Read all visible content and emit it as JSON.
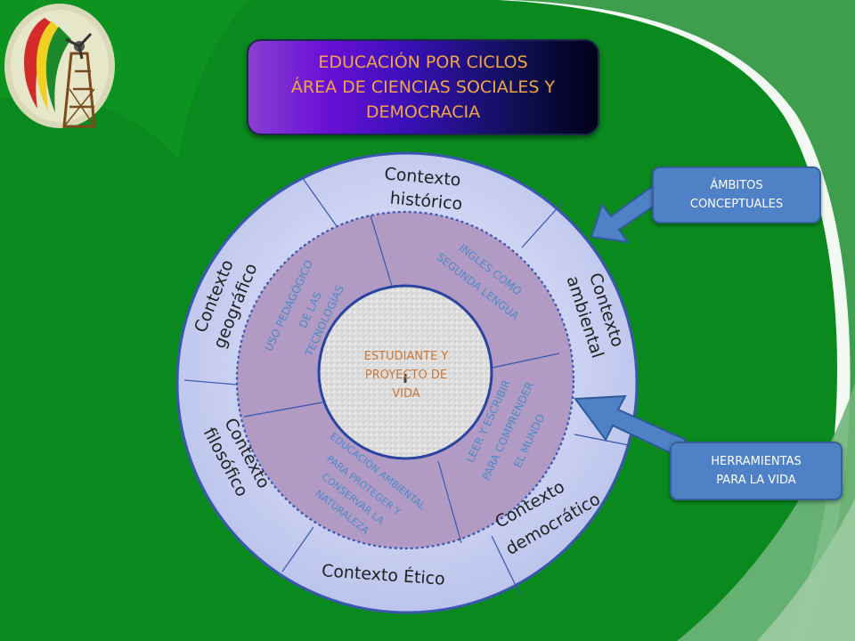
{
  "title": {
    "line1": "EDUCACIÓN POR CICLOS",
    "line2": "ÁREA DE CIENCIAS SOCIALES Y",
    "line3": "DEMOCRACIA"
  },
  "ambitos_box": {
    "line1": "ÁMBITOS",
    "line2": "CONCEPTUALES"
  },
  "herramientas_box": {
    "line1": "HERRAMIENTAS",
    "line2": "PARA LA VIDA"
  },
  "center": {
    "line1": "ESTUDIANTE Y",
    "line2": "PROYECTO DE",
    "line3": "VIDA"
  },
  "outer_ring": {
    "historico": {
      "line1": "Contexto",
      "line2": "histórico"
    },
    "ambiental": {
      "line1": "Contexto",
      "line2": "ambiental"
    },
    "democratico": {
      "line1": "Contexto",
      "line2": "democrático"
    },
    "etico": {
      "line1": "Contexto Ético"
    },
    "filosofico": {
      "line1": "Contexto",
      "line2": "filosófico"
    },
    "geografico": {
      "line1": "Contexto",
      "line2": "geográfico"
    }
  },
  "inner_ring": {
    "tecnologias": {
      "line1": "USO PEDAGÓGICO",
      "line2": "DE LAS",
      "line3": "TECNOLOGÍAS"
    },
    "ingles": {
      "line1": "INGLES COMO",
      "line2": "SEGUNDA LENGUA"
    },
    "leer": {
      "line1": "LEER Y ESCRIBIR",
      "line2": "PARA COMPRENDER",
      "line3": "EL MUNDO"
    },
    "educacion_ambiental": {
      "line1": "EDUCACIÓN AMBIENTAL",
      "line2": "PARA PROTEGER Y",
      "line3": "CONSERVAR LA",
      "line4": "NATURALEZA"
    }
  },
  "colors": {
    "background": "#0a8a1e",
    "outer_ring": "#c7cdf0",
    "inner_ring": "#b19ac4",
    "title_text": "#f2a545",
    "label_box": "#4f81c6",
    "inner_text": "#4a8ac8",
    "outer_text": "#222222",
    "center_text": "#c87838"
  },
  "icons": {
    "logo": "bolivia-education-logo-icon",
    "arrows": "block-arrow-icon"
  }
}
